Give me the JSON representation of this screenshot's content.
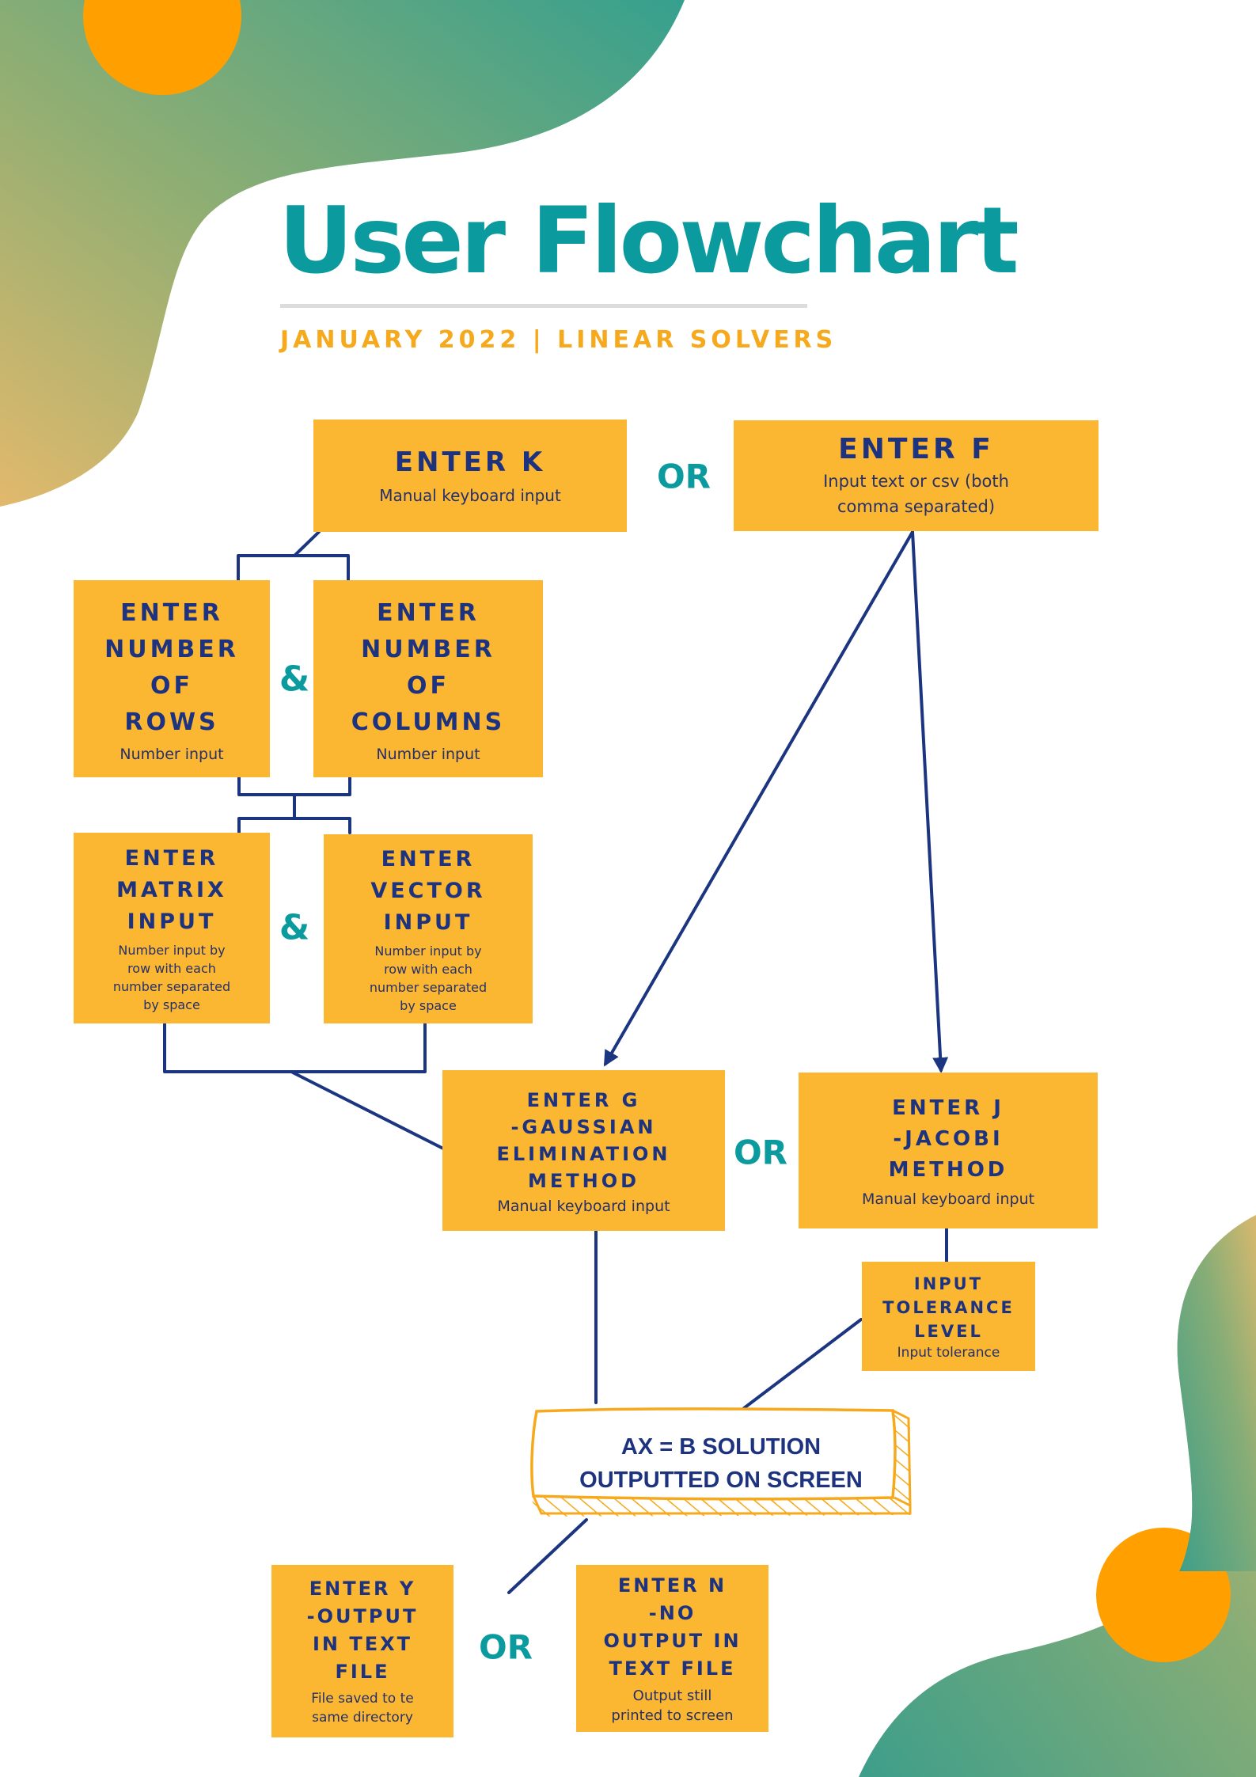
{
  "header": {
    "title": "User Flowchart",
    "subtitle": "JANUARY 2022 | LINEAR SOLVERS"
  },
  "colors": {
    "title": "#0b9a9e",
    "subtitle": "#f6a91c",
    "box_fill": "#fbb632",
    "box_text": "#1d3380",
    "connector_line": "#1b3580",
    "accent_orange": "#ffa000"
  },
  "nodes": {
    "enter_k": {
      "title": "ENTER K",
      "subtitle": "Manual keyboard input"
    },
    "enter_f": {
      "title": "ENTER F",
      "subtitle": "Input text or csv (both\ncomma separated)"
    },
    "rows": {
      "title": "ENTER\nNUMBER\nOF\nROWS",
      "subtitle": "Number input"
    },
    "columns": {
      "title": "ENTER\nNUMBER\nOF\nCOLUMNS",
      "subtitle": "Number input"
    },
    "matrix": {
      "title": "ENTER\nMATRIX\nINPUT",
      "subtitle": "Number input by\nrow with each\nnumber separated\nby space"
    },
    "vector": {
      "title": "ENTER\nVECTOR\nINPUT",
      "subtitle": "Number input by\nrow with each\nnumber separated\nby space"
    },
    "gaussian": {
      "title": "ENTER G\n-GAUSSIAN\nELIMINATION\nMETHOD",
      "subtitle": "Manual keyboard input"
    },
    "jacobi": {
      "title": "ENTER J\n-JACOBI\nMETHOD",
      "subtitle": "Manual keyboard input"
    },
    "tolerance": {
      "title": "INPUT\nTOLERANCE\nLEVEL",
      "subtitle": "Input tolerance"
    },
    "solution": {
      "title": "AX = B  SOLUTION\nOUTPUTTED ON SCREEN"
    },
    "output_yes": {
      "title": "ENTER Y\n-OUTPUT\nIN TEXT\nFILE",
      "subtitle": "File saved to te\nsame directory"
    },
    "output_no": {
      "title": "ENTER N\n-NO\nOUTPUT IN\nTEXT FILE",
      "subtitle": "Output still\nprinted to screen"
    }
  },
  "connectors": {
    "or_kf": "OR",
    "and_rows_cols": "&",
    "and_matrix_vector": "&",
    "or_gj": "OR",
    "or_yn": "OR"
  }
}
